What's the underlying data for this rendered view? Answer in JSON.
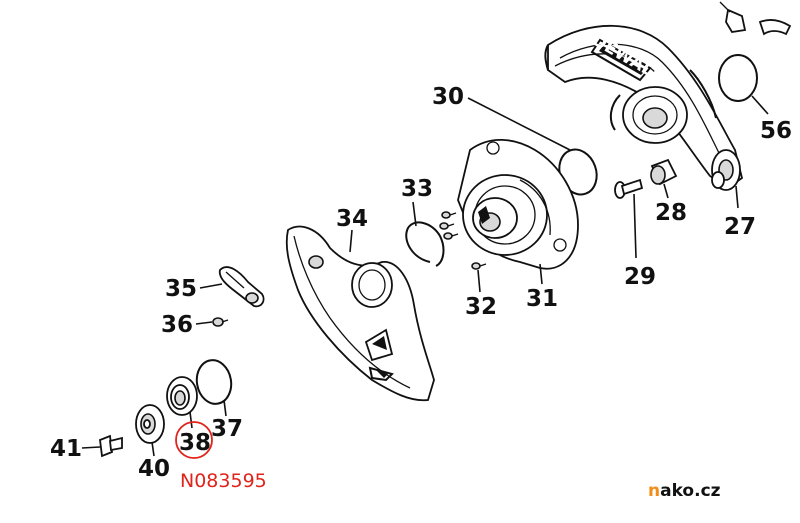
{
  "parts": {
    "p27": "27",
    "p28": "28",
    "p29": "29",
    "p30": "30",
    "p31": "31",
    "p32": "32",
    "p33": "33",
    "p34": "34",
    "p35": "35",
    "p36": "36",
    "p37": "37",
    "p38": "38",
    "p40": "40",
    "p41": "41",
    "p56": "56"
  },
  "guard_logo": "DEWALT",
  "part_code": "N083595",
  "watermark": {
    "prefix": "n",
    "main": "ako",
    "suffix": ".cz"
  },
  "colors": {
    "highlight": "#e0241b",
    "ink": "#111111",
    "brand_orange": "#f28c1a"
  }
}
